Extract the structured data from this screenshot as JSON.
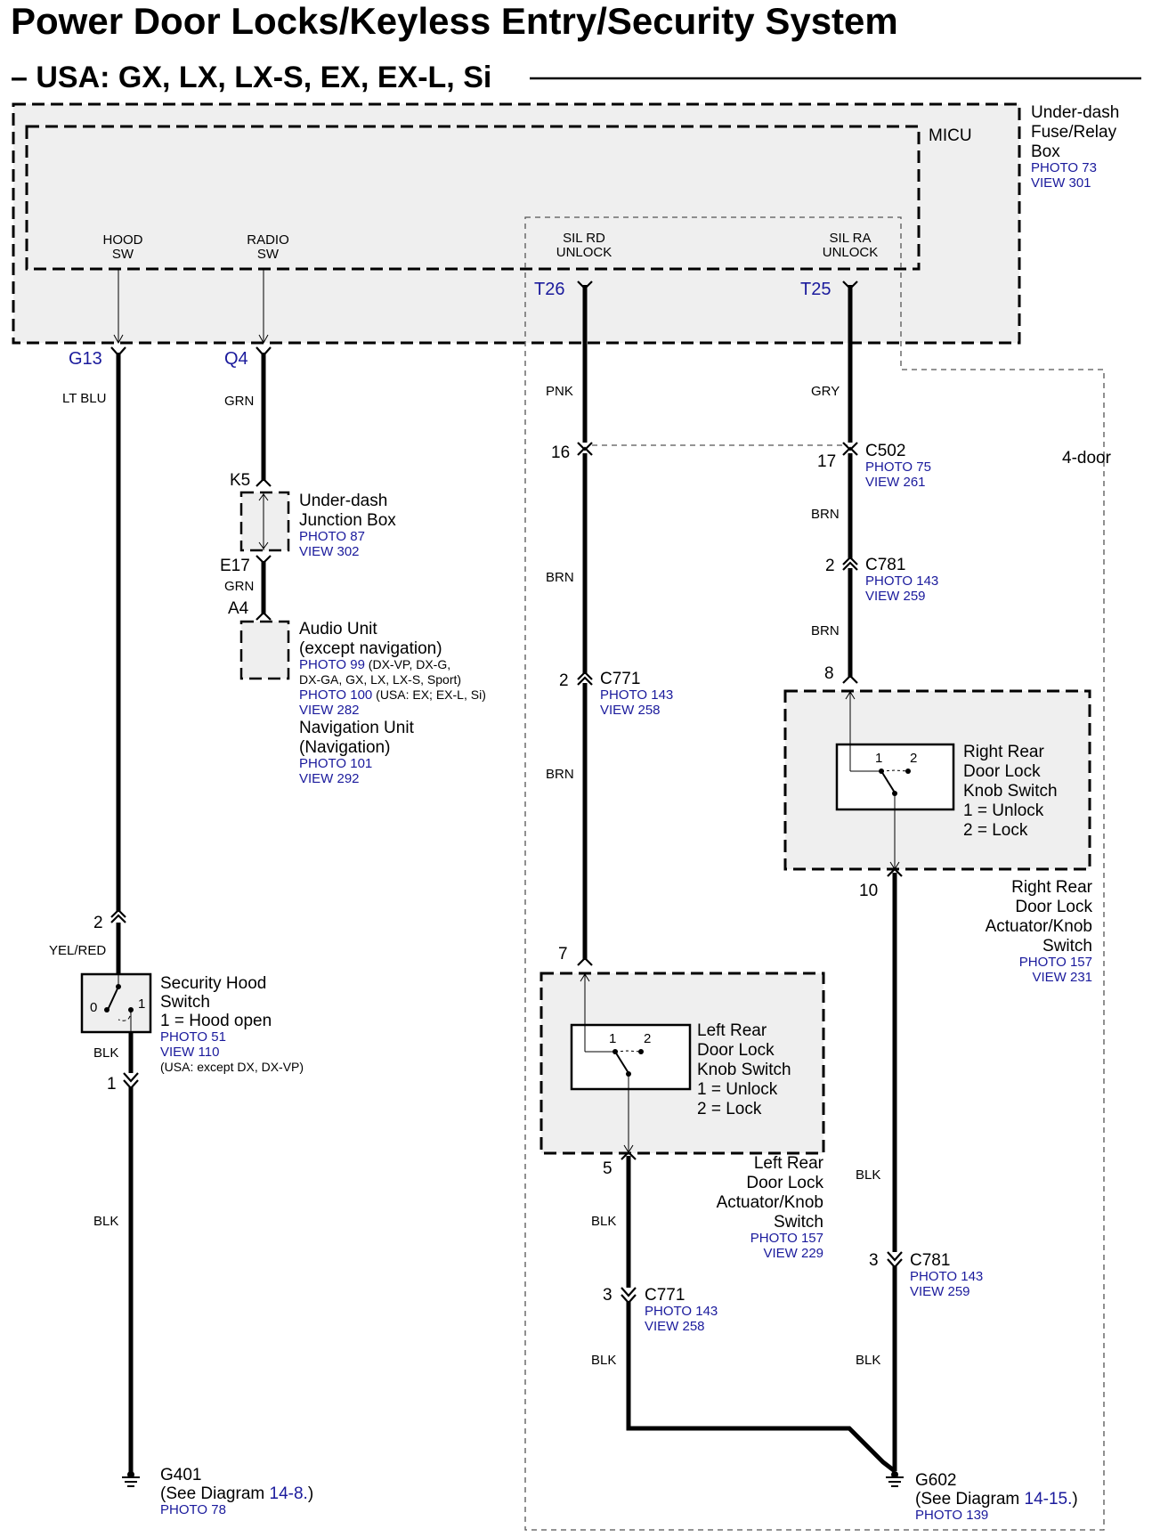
{
  "title": "Power Door Locks/Keyless Entry/Security System",
  "subtitle": "– USA: GX, LX, LX-S, EX, EX-L, Si",
  "underdash_box": {
    "line1": "Under-dash",
    "line2": "Fuse/Relay",
    "line3": "Box",
    "photo": "PHOTO 73",
    "view": "VIEW 301"
  },
  "micu": "MICU",
  "micu_pins": {
    "hood_sw_1": "HOOD",
    "hood_sw_2": "SW",
    "radio_sw_1": "RADIO",
    "radio_sw_2": "SW",
    "sil_rd_1": "SIL RD",
    "sil_rd_2": "UNLOCK",
    "sil_ra_1": "SIL RA",
    "sil_ra_2": "UNLOCK"
  },
  "terminals": {
    "g13": "G13",
    "q4": "Q4",
    "t26": "T26",
    "t25": "T25"
  },
  "wire_colors": {
    "lt_blu": "LT BLU",
    "grn_1": "GRN",
    "grn_2": "GRN",
    "pnk": "PNK",
    "gry": "GRY",
    "brn_1": "BRN",
    "brn_2": "BRN",
    "brn_3": "BRN",
    "brn_4": "BRN",
    "yel_red": "YEL/RED",
    "blk_1": "BLK",
    "blk_2": "BLK",
    "blk_3": "BLK",
    "blk_4": "BLK",
    "blk_5": "BLK",
    "blk_6": "BLK"
  },
  "pins": {
    "p16": "16",
    "p17": "17",
    "p2_c781": "2",
    "p8": "8",
    "p2_c771": "2",
    "p7": "7",
    "p10": "10",
    "p5": "5",
    "p3_c771": "3",
    "p3_c781": "3",
    "p2_hood": "2",
    "p1_hood": "1",
    "k5": "K5",
    "e17": "E17",
    "a4": "A4"
  },
  "connectors": {
    "c502": {
      "name": "C502",
      "photo": "PHOTO 75",
      "view": "VIEW 261"
    },
    "c781_top": {
      "name": "C781",
      "photo": "PHOTO 143",
      "view": "VIEW 259"
    },
    "c771_top": {
      "name": "C771",
      "photo": "PHOTO 143",
      "view": "VIEW 258"
    },
    "c781_bot": {
      "name": "C781",
      "photo": "PHOTO 143",
      "view": "VIEW 259"
    },
    "c771_bot": {
      "name": "C771",
      "photo": "PHOTO 143",
      "view": "VIEW 258"
    }
  },
  "four_door": "4-door",
  "junction_box": {
    "line1": "Under-dash",
    "line2": "Junction Box",
    "photo": "PHOTO 87",
    "view": "VIEW 302"
  },
  "audio_unit": {
    "line1": "Audio Unit",
    "line2": "(except navigation)",
    "photo99": "PHOTO 99",
    "photo99_note1": " (DX-VP, DX-G,",
    "photo99_note2": "DX-GA, GX, LX, LX-S, Sport)",
    "photo100": "PHOTO 100",
    "photo100_note": " (USA: EX; EX-L, Si)",
    "view": "VIEW 282",
    "nav1": "Navigation Unit",
    "nav2": "(Navigation)",
    "nav_photo": "PHOTO 101",
    "nav_view": "VIEW 292"
  },
  "right_rear_switch": {
    "line1": "Right Rear",
    "line2": "Door Lock",
    "line3": "Knob Switch",
    "line4": "1 = Unlock",
    "line5": "2 = Lock",
    "n1": "1",
    "n2": "2"
  },
  "right_rear_actuator": {
    "line1": "Right Rear",
    "line2": "Door Lock",
    "line3": "Actuator/Knob",
    "line4": "Switch",
    "photo": "PHOTO 157",
    "view": "VIEW 231"
  },
  "left_rear_switch": {
    "line1": "Left Rear",
    "line2": "Door Lock",
    "line3": "Knob Switch",
    "line4": "1 = Unlock",
    "line5": "2 = Lock",
    "n1": "1",
    "n2": "2"
  },
  "left_rear_actuator": {
    "line1": "Left Rear",
    "line2": "Door Lock",
    "line3": "Actuator/Knob",
    "line4": "Switch",
    "photo": "PHOTO 157",
    "view": "VIEW 229"
  },
  "hood_switch": {
    "line1": "Security Hood",
    "line2": "Switch",
    "line3": "1 = Hood open",
    "photo": "PHOTO 51",
    "view": "VIEW 110",
    "note": "(USA: except DX, DX-VP)",
    "n0": "0",
    "n1": "1"
  },
  "g401": {
    "name": "G401",
    "see": "(See Diagram ",
    "diagram": "14-8.",
    "close": ")",
    "photo": "PHOTO 78"
  },
  "g602": {
    "name": "G602",
    "see": "(See  Diagram ",
    "diagram": "14-15.",
    "close": ")",
    "photo": "PHOTO 139"
  }
}
